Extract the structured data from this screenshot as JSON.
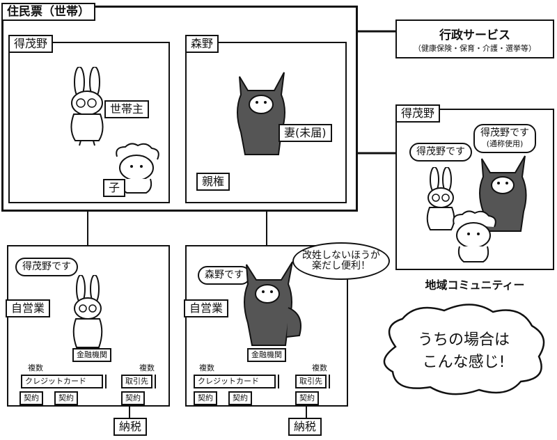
{
  "household": {
    "title": "住民票（世帯）",
    "left_name": "得茂野",
    "right_name": "森野"
  },
  "roles": {
    "head": "世帯主",
    "child": "子",
    "wife": "妻(未届)",
    "custody": "親権"
  },
  "admin": {
    "title": "行政サービス",
    "sub": "（健康保険・保育・介護・選挙等）"
  },
  "community": {
    "name": "得茂野",
    "bubble_left": "得茂野です",
    "bubble_right_line1": "得茂野です",
    "bubble_right_line2": "(通称使用)",
    "caption": "地域コミュニティー"
  },
  "business_left": {
    "speech": "得茂野です",
    "type": "自営業",
    "bank": "金融機関",
    "multi_left": "複数",
    "multi_right": "複数",
    "credit": "クレジットカード",
    "partner": "取引先",
    "contract1": "契約",
    "contract2": "契約",
    "contract3": "契約",
    "tax": "納税"
  },
  "business_right": {
    "speech": "森野です",
    "thought_line1": "改姓しないほうが",
    "thought_line2": "楽だし便利！",
    "type": "自営業",
    "bank": "金融機関",
    "multi_left": "複数",
    "multi_right": "複数",
    "credit": "クレジットカード",
    "partner": "取引先",
    "contract1": "契約",
    "contract2": "契約",
    "contract3": "契約",
    "tax": "納税"
  },
  "cloud": {
    "line1": "うちの場合は",
    "line2": "こんな感じ!"
  },
  "icons": [
    "rabbit-character",
    "sheep-character",
    "wolf-character"
  ]
}
